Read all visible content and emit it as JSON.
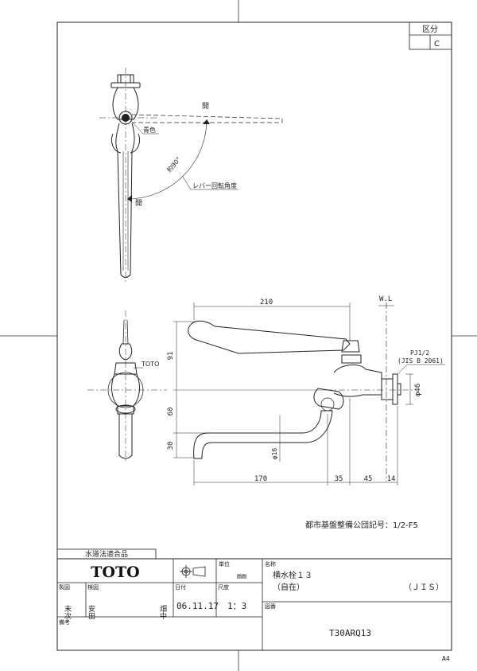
{
  "header": {
    "kubun_label": "区分",
    "kubun_value": "C"
  },
  "drawing": {
    "open_label_top": "開",
    "open_label_lower": "開",
    "blue_color_label": "青色",
    "angle_label": "約90°",
    "lever_angle_label": "レバー回転角度",
    "toto_mark_label": "TOTO",
    "wl_label": "W.L",
    "thread_label": "PJ1/2",
    "jis_label": "(JIS B 2061)",
    "dims": {
      "d210": "210",
      "d91": "91",
      "d60": "60",
      "d30": "30",
      "d170": "170",
      "d35": "35",
      "d45": "45",
      "d14": "14",
      "phi46": "φ46",
      "phi16": "φ16"
    },
    "note": "都市基盤整備公団記号：1/2-F5"
  },
  "title_block": {
    "approval": "水道法適合品",
    "brand": "TOTO",
    "unit_label": "単位",
    "unit_value": "mm",
    "name_label": "名称",
    "name_line1": "横水栓１３",
    "name_line2": "（自在）",
    "name_jis": "（ＪＩＳ）",
    "seizu_label": "製図",
    "kenzu_label": "検図",
    "date_label": "日付",
    "scale_label": "尺度",
    "drafter": "末次",
    "checker": "安田",
    "checker2": "畑中",
    "date_value": "06.11.17",
    "scale_value": "1：3",
    "zuban_label": "図番",
    "zuban_value": "T30ARQ13",
    "biko_label": "備考"
  },
  "footer": {
    "paper_size": "A4"
  }
}
